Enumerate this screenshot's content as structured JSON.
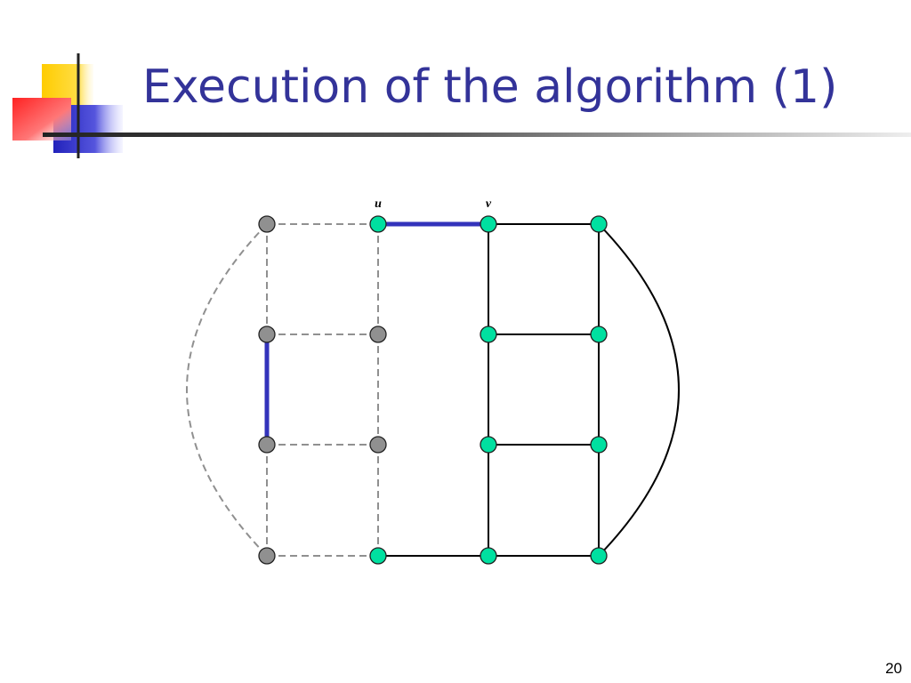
{
  "slide": {
    "title": "Execution of the algorithm (1)",
    "page_number": "20"
  },
  "colors": {
    "title": "#333399",
    "active_node": "#00e0a0",
    "inactive_node": "#909090",
    "matched_edge": "#3333bb",
    "solid_edge": "#000000",
    "dashed_edge": "#909090",
    "logo_yellow": "#ffcc00",
    "logo_red": "#ff3333",
    "logo_blue": "#3333cc"
  },
  "graph": {
    "node_labels": {
      "n01": "u",
      "n02": "v"
    },
    "nodes": [
      {
        "id": "n00",
        "col": 0,
        "row": 0,
        "state": "inactive"
      },
      {
        "id": "n01",
        "col": 1,
        "row": 0,
        "state": "active"
      },
      {
        "id": "n02",
        "col": 2,
        "row": 0,
        "state": "active"
      },
      {
        "id": "n03",
        "col": 3,
        "row": 0,
        "state": "active"
      },
      {
        "id": "n10",
        "col": 0,
        "row": 1,
        "state": "inactive"
      },
      {
        "id": "n11",
        "col": 1,
        "row": 1,
        "state": "inactive"
      },
      {
        "id": "n12",
        "col": 2,
        "row": 1,
        "state": "active"
      },
      {
        "id": "n13",
        "col": 3,
        "row": 1,
        "state": "active"
      },
      {
        "id": "n20",
        "col": 0,
        "row": 2,
        "state": "inactive"
      },
      {
        "id": "n21",
        "col": 1,
        "row": 2,
        "state": "inactive"
      },
      {
        "id": "n22",
        "col": 2,
        "row": 2,
        "state": "active"
      },
      {
        "id": "n23",
        "col": 3,
        "row": 2,
        "state": "active"
      },
      {
        "id": "n30",
        "col": 0,
        "row": 3,
        "state": "inactive"
      },
      {
        "id": "n31",
        "col": 1,
        "row": 3,
        "state": "active"
      },
      {
        "id": "n32",
        "col": 2,
        "row": 3,
        "state": "active"
      },
      {
        "id": "n33",
        "col": 3,
        "row": 3,
        "state": "active"
      }
    ],
    "edges": [
      {
        "from": "n00",
        "to": "n01",
        "style": "dashed"
      },
      {
        "from": "n01",
        "to": "n02",
        "style": "matched"
      },
      {
        "from": "n02",
        "to": "n03",
        "style": "solid"
      },
      {
        "from": "n10",
        "to": "n11",
        "style": "dashed"
      },
      {
        "from": "n12",
        "to": "n13",
        "style": "solid"
      },
      {
        "from": "n20",
        "to": "n21",
        "style": "dashed"
      },
      {
        "from": "n22",
        "to": "n23",
        "style": "solid"
      },
      {
        "from": "n30",
        "to": "n31",
        "style": "dashed"
      },
      {
        "from": "n31",
        "to": "n32",
        "style": "solid"
      },
      {
        "from": "n32",
        "to": "n33",
        "style": "solid"
      },
      {
        "from": "n00",
        "to": "n10",
        "style": "dashed"
      },
      {
        "from": "n10",
        "to": "n20",
        "style": "matched"
      },
      {
        "from": "n20",
        "to": "n30",
        "style": "dashed"
      },
      {
        "from": "n01",
        "to": "n11",
        "style": "dashed"
      },
      {
        "from": "n11",
        "to": "n21",
        "style": "dashed"
      },
      {
        "from": "n21",
        "to": "n31",
        "style": "dashed"
      },
      {
        "from": "n02",
        "to": "n12",
        "style": "solid"
      },
      {
        "from": "n12",
        "to": "n22",
        "style": "solid"
      },
      {
        "from": "n22",
        "to": "n32",
        "style": "solid"
      },
      {
        "from": "n03",
        "to": "n13",
        "style": "solid"
      },
      {
        "from": "n13",
        "to": "n23",
        "style": "solid"
      },
      {
        "from": "n23",
        "to": "n33",
        "style": "solid"
      },
      {
        "from": "n00",
        "to": "n30",
        "style": "dashed",
        "curve": "left"
      },
      {
        "from": "n03",
        "to": "n33",
        "style": "solid",
        "curve": "right"
      }
    ]
  }
}
